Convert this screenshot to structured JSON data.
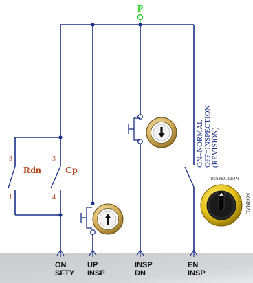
{
  "supply": {
    "label": "P",
    "color": "#2fd12f"
  },
  "contacts": {
    "rdn": {
      "label": "Rdn",
      "pin_top": "3",
      "pin_bottom": "1"
    },
    "cp": {
      "label": "Cp",
      "pin_top": "3",
      "pin_bottom": "4"
    }
  },
  "mode_note": [
    "ON=NORMAL",
    "OFF=INSPECTION",
    "(REVISION)"
  ],
  "selector": {
    "label_top": "INSPECTION",
    "label_side": "NORMAL"
  },
  "buttons": {
    "down_icon": "arrow-down-icon",
    "up_icon": "arrow-up-icon"
  },
  "terminals": [
    {
      "line1": "ON",
      "line2": "SFTY"
    },
    {
      "line1": "UP",
      "line2": "INSP"
    },
    {
      "line1": "INSP",
      "line2": "DN"
    },
    {
      "line1": "EN",
      "line2": "INSP"
    }
  ],
  "colors": {
    "wire": "#1a2f86",
    "contact_label": "#b5461c",
    "button_ring": "#c9a045",
    "bar": "#d0d2d5"
  }
}
